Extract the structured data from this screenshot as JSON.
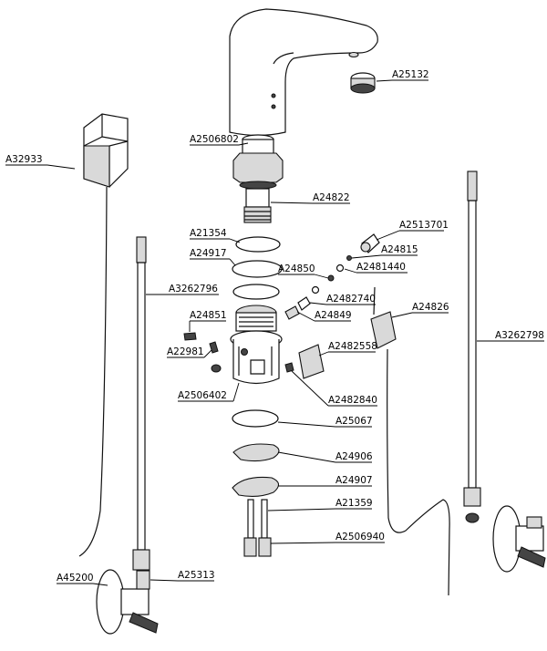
{
  "callouts": [
    {
      "id": "A32933"
    },
    {
      "id": "A2506802"
    },
    {
      "id": "A25132"
    },
    {
      "id": "A24822"
    },
    {
      "id": "A21354"
    },
    {
      "id": "A2513701"
    },
    {
      "id": "A24917"
    },
    {
      "id": "A24815"
    },
    {
      "id": "A24850"
    },
    {
      "id": "A2481440"
    },
    {
      "id": "A3262796"
    },
    {
      "id": "A2482740"
    },
    {
      "id": "A24826"
    },
    {
      "id": "A24851"
    },
    {
      "id": "A24849"
    },
    {
      "id": "A3262798"
    },
    {
      "id": "A22981"
    },
    {
      "id": "A2482558"
    },
    {
      "id": "A2506402"
    },
    {
      "id": "A2482840"
    },
    {
      "id": "A25067"
    },
    {
      "id": "A24906"
    },
    {
      "id": "A24907"
    },
    {
      "id": "A21359"
    },
    {
      "id": "A2506940"
    },
    {
      "id": "A45200"
    },
    {
      "id": "A25313"
    }
  ]
}
